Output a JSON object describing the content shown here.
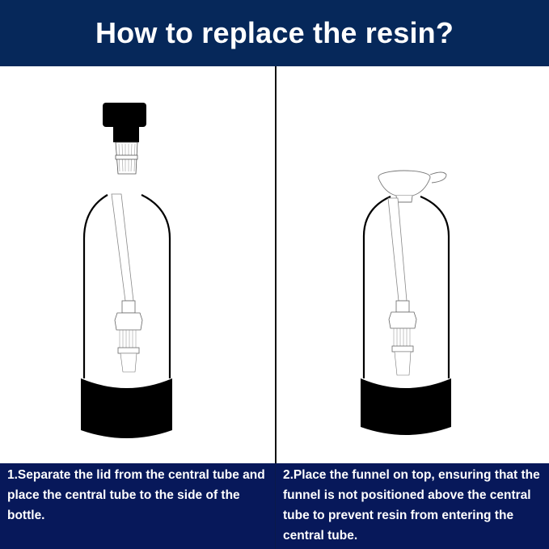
{
  "header": {
    "title": "How to replace the resin?"
  },
  "steps": [
    {
      "number": 1,
      "text": "1.Separate the lid from the central tube and place the central tube to the side of the bottle.",
      "illustration": "bottle-with-lid-removed"
    },
    {
      "number": 2,
      "text": "2.Place the funnel on top, ensuring that the funnel is not positioned above the central tube to prevent resin from entering the central tube.",
      "illustration": "bottle-with-funnel"
    }
  ],
  "colors": {
    "header_bg": "#06285a",
    "caption_bg": "#07185a",
    "text": "#ffffff"
  }
}
